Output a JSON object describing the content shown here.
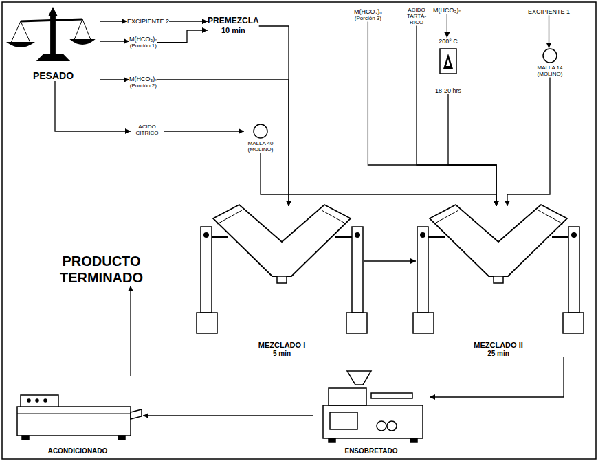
{
  "diagram": {
    "nodes": [
      {
        "text": [
          "PESADO"
        ]
      },
      {
        "text": [
          "EXCIPIENTE 2"
        ]
      },
      {
        "text": [
          "M(HCO₃)ₙ",
          "(Porción 1)"
        ]
      },
      {
        "text": [
          "PREMEZCLA",
          "10 min"
        ]
      },
      {
        "text": [
          "M(HCO₃)ₙ",
          "(Porción 2)"
        ]
      },
      {
        "text": [
          "ACIDO CITRICO"
        ]
      },
      {
        "text": [
          "MALLA 40 (MOLINO)"
        ]
      },
      {
        "text": [
          "M(HCO₃)ₙ",
          "(Porción 3)"
        ]
      },
      {
        "text": [
          "ACIDO TARTÁ- RICO"
        ]
      },
      {
        "text": [
          "M(HCO₃)ₙ"
        ]
      },
      {
        "text": [
          "200° C",
          "18-20 hrs"
        ]
      },
      {
        "text": [
          "EXCIPIENTE 1"
        ]
      },
      {
        "text": [
          "MALLA 14 (MOLINO)"
        ]
      },
      {
        "text": [
          "MEZCLADO I",
          "5 min"
        ]
      },
      {
        "text": [
          "MEZCLADO II",
          "25 min"
        ]
      },
      {
        "text": [
          "ENSOBRETADO"
        ]
      },
      {
        "text": [
          "ACONDICIONADO"
        ]
      },
      {
        "text": [
          "PRODUCTO TERMINADO"
        ]
      }
    ],
    "edges": [
      {
        "from": 0,
        "to": 1,
        "arrow": "to"
      },
      {
        "from": 0,
        "to": 2,
        "arrow": "to"
      },
      {
        "from": 1,
        "to": 3,
        "arrow": "to"
      },
      {
        "from": 2,
        "to": 3,
        "arrow": "to"
      },
      {
        "from": 0,
        "to": 4,
        "arrow": "to"
      },
      {
        "from": 4,
        "to": 13,
        "arrow": "to"
      },
      {
        "from": 0,
        "to": 5,
        "arrow": "to"
      },
      {
        "from": 5,
        "to": 6,
        "arrow": "to"
      },
      {
        "from": 3,
        "to": 13,
        "arrow": "to"
      },
      {
        "from": 6,
        "to": 14,
        "arrow": "to"
      },
      {
        "from": 7,
        "to": 14,
        "arrow": "to"
      },
      {
        "from": 8,
        "to": 14,
        "arrow": "to"
      },
      {
        "from": 9,
        "to": 10,
        "arrow": "to"
      },
      {
        "from": 10,
        "to": 14,
        "arrow": "to"
      },
      {
        "from": 11,
        "to": 12,
        "arrow": "to"
      },
      {
        "from": 12,
        "to": 14,
        "arrow": "to"
      },
      {
        "from": 13,
        "to": 14,
        "arrow": "to"
      },
      {
        "from": 14,
        "to": 15,
        "arrow": "to"
      },
      {
        "from": 15,
        "to": 16,
        "arrow": "to"
      },
      {
        "from": 16,
        "to": 17,
        "arrow": "to"
      }
    ]
  }
}
